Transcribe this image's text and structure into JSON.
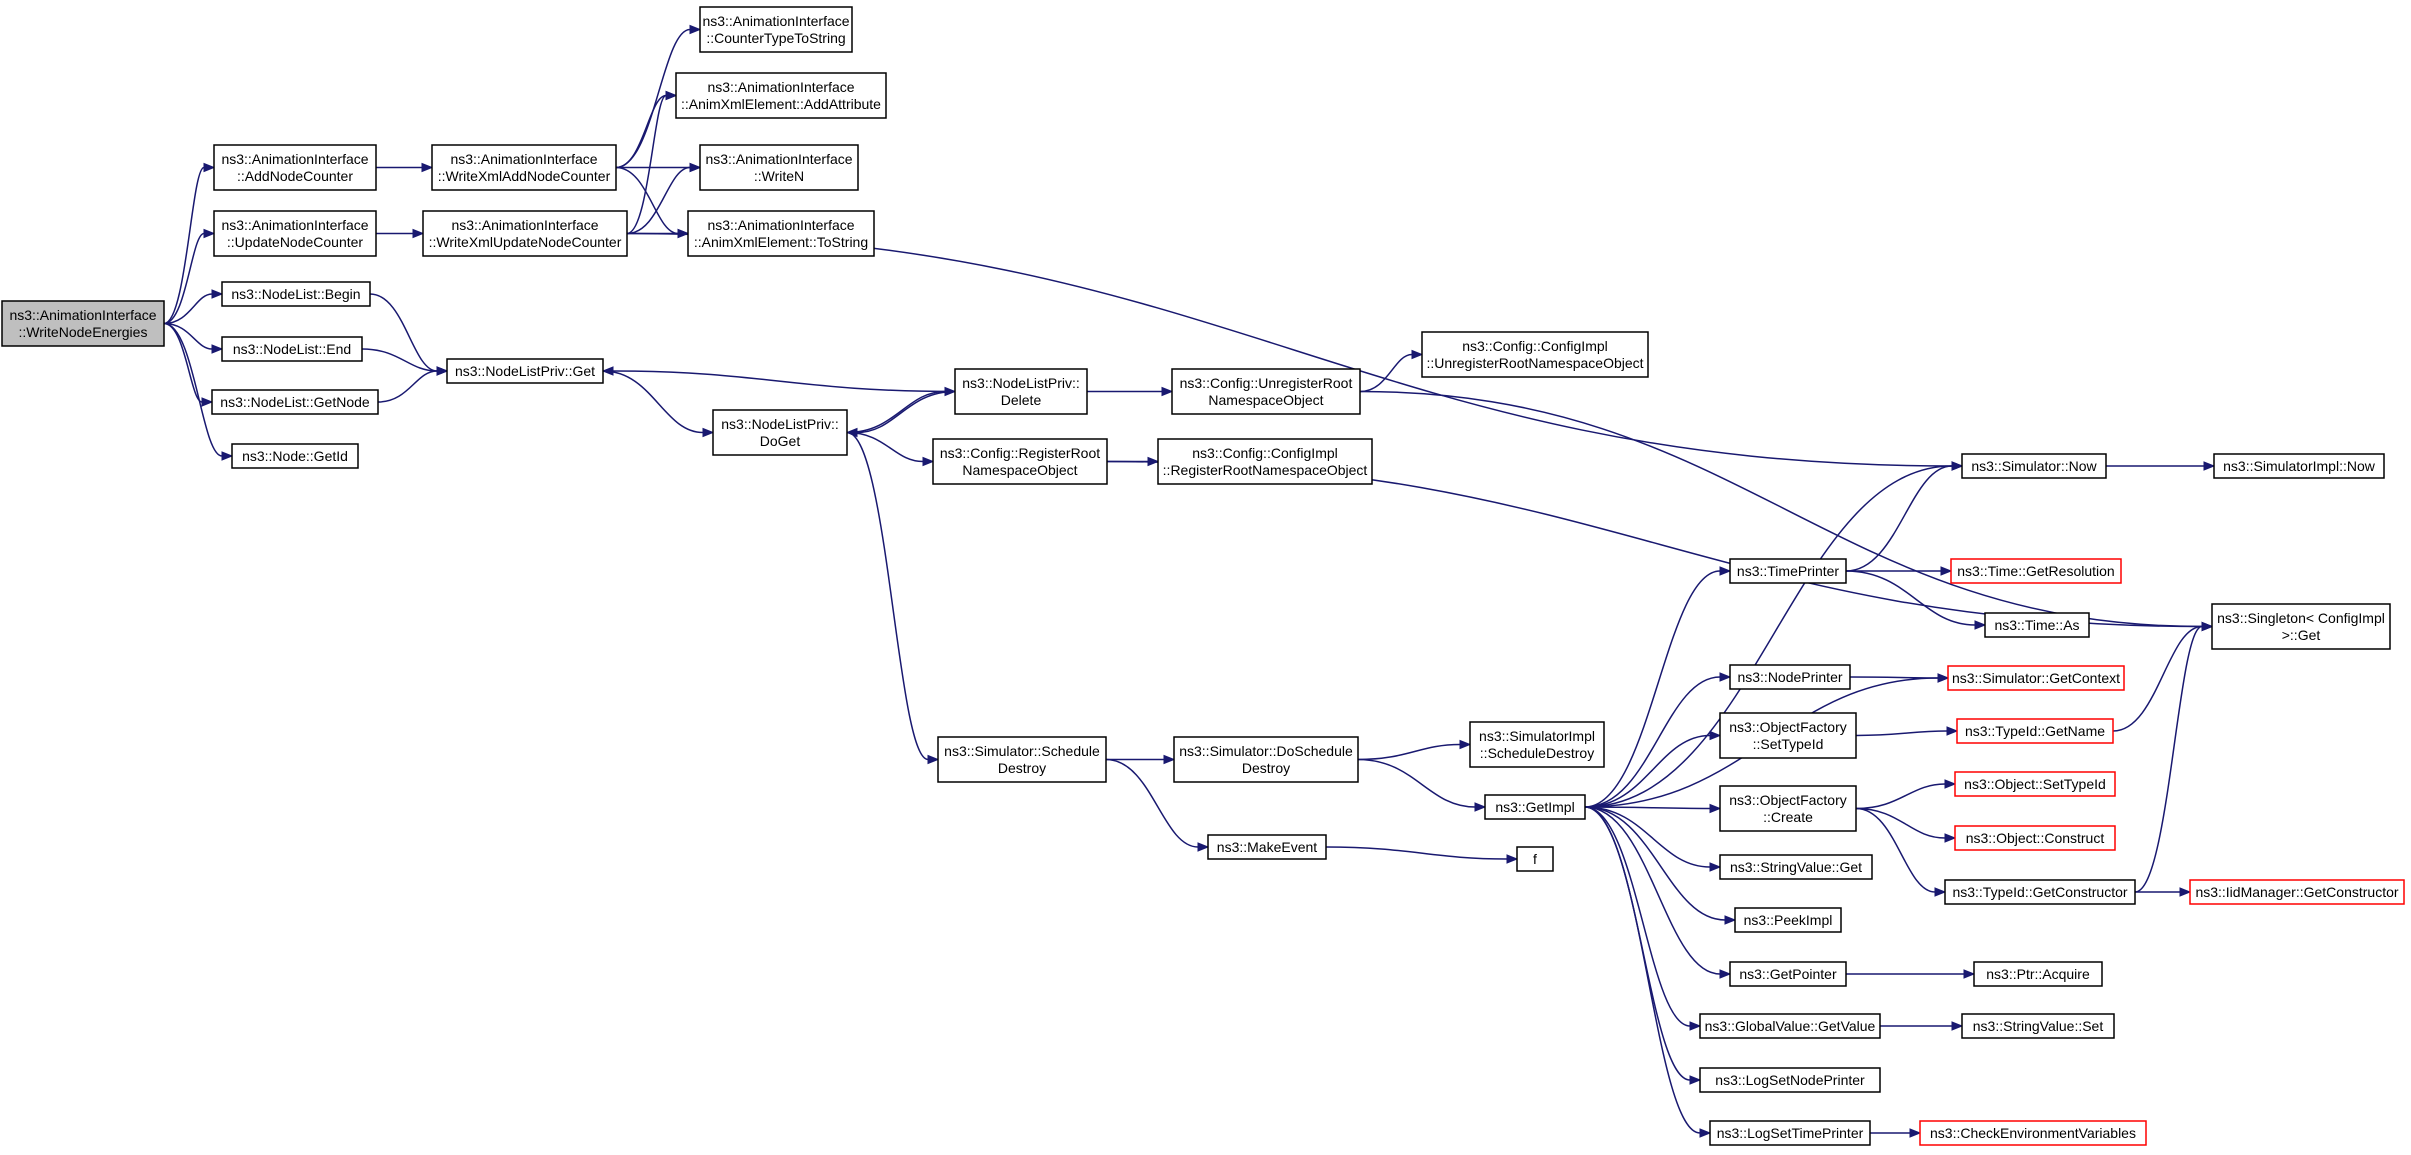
{
  "graph": {
    "colors": {
      "edge": "#191970",
      "node_border": "#000000",
      "root_fill": "#bfbfbf",
      "truncated_border": "#ff0000"
    },
    "nodes": [
      {
        "id": "root",
        "lines": [
          "ns3::AnimationInterface",
          "::WriteNodeEnergies"
        ],
        "root": true
      },
      {
        "id": "addNodeCounter",
        "lines": [
          "ns3::AnimationInterface",
          "::AddNodeCounter"
        ]
      },
      {
        "id": "updateNodeCounter",
        "lines": [
          "ns3::AnimationInterface",
          "::UpdateNodeCounter"
        ]
      },
      {
        "id": "nlBegin",
        "lines": [
          "ns3::NodeList::Begin"
        ]
      },
      {
        "id": "nlEnd",
        "lines": [
          "ns3::NodeList::End"
        ]
      },
      {
        "id": "nlGetNode",
        "lines": [
          "ns3::NodeList::GetNode"
        ]
      },
      {
        "id": "nodeGetId",
        "lines": [
          "ns3::Node::GetId"
        ]
      },
      {
        "id": "wxAddNodeCounter",
        "lines": [
          "ns3::AnimationInterface",
          "::WriteXmlAddNodeCounter"
        ]
      },
      {
        "id": "wxUpdateNodeCounter",
        "lines": [
          "ns3::AnimationInterface",
          "::WriteXmlUpdateNodeCounter"
        ]
      },
      {
        "id": "counterTypeToString",
        "lines": [
          "ns3::AnimationInterface",
          "::CounterTypeToString"
        ]
      },
      {
        "id": "addAttribute",
        "lines": [
          "ns3::AnimationInterface",
          "::AnimXmlElement::AddAttribute"
        ]
      },
      {
        "id": "writeN",
        "lines": [
          "ns3::AnimationInterface",
          "::WriteN"
        ]
      },
      {
        "id": "toString",
        "lines": [
          "ns3::AnimationInterface",
          "::AnimXmlElement::ToString"
        ]
      },
      {
        "id": "nlpGet",
        "lines": [
          "ns3::NodeListPriv::Get"
        ]
      },
      {
        "id": "nlpDoGet",
        "lines": [
          "ns3::NodeListPriv::",
          "DoGet"
        ]
      },
      {
        "id": "nlpDelete",
        "lines": [
          "ns3::NodeListPriv::",
          "Delete"
        ]
      },
      {
        "id": "cfgUnregister",
        "lines": [
          "ns3::Config::UnregisterRoot",
          "NamespaceObject"
        ]
      },
      {
        "id": "cfgImplUnregister",
        "lines": [
          "ns3::Config::ConfigImpl",
          "::UnregisterRootNamespaceObject"
        ]
      },
      {
        "id": "cfgRegister",
        "lines": [
          "ns3::Config::RegisterRoot",
          "NamespaceObject"
        ]
      },
      {
        "id": "cfgImplRegister",
        "lines": [
          "ns3::Config::ConfigImpl",
          "::RegisterRootNamespaceObject"
        ]
      },
      {
        "id": "simNow",
        "lines": [
          "ns3::Simulator::Now"
        ]
      },
      {
        "id": "simImplNow",
        "lines": [
          "ns3::SimulatorImpl::Now"
        ]
      },
      {
        "id": "singletonGet",
        "lines": [
          "ns3::Singleton< ConfigImpl",
          ">::Get"
        ]
      },
      {
        "id": "timePrinter",
        "lines": [
          "ns3::TimePrinter"
        ]
      },
      {
        "id": "timeGetResolution",
        "lines": [
          "ns3::Time::GetResolution"
        ],
        "red": true
      },
      {
        "id": "timeAs",
        "lines": [
          "ns3::Time::As"
        ]
      },
      {
        "id": "nodePrinter",
        "lines": [
          "ns3::NodePrinter"
        ]
      },
      {
        "id": "simGetContext",
        "lines": [
          "ns3::Simulator::GetContext"
        ],
        "red": true
      },
      {
        "id": "ofSetTypeId",
        "lines": [
          "ns3::ObjectFactory",
          "::SetTypeId"
        ]
      },
      {
        "id": "typeIdGetName",
        "lines": [
          "ns3::TypeId::GetName"
        ],
        "red": true
      },
      {
        "id": "ofCreate",
        "lines": [
          "ns3::ObjectFactory",
          "::Create"
        ]
      },
      {
        "id": "objSetTypeId",
        "lines": [
          "ns3::Object::SetTypeId"
        ],
        "red": true
      },
      {
        "id": "objConstruct",
        "lines": [
          "ns3::Object::Construct"
        ],
        "red": true
      },
      {
        "id": "typeIdGetConstructor",
        "lines": [
          "ns3::TypeId::GetConstructor"
        ]
      },
      {
        "id": "iidGetConstructor",
        "lines": [
          "ns3::IidManager::GetConstructor"
        ],
        "red": true
      },
      {
        "id": "simScheduleDestroy",
        "lines": [
          "ns3::Simulator::Schedule",
          "Destroy"
        ]
      },
      {
        "id": "simDoScheduleDestroy",
        "lines": [
          "ns3::Simulator::DoSchedule",
          "Destroy"
        ]
      },
      {
        "id": "simImplScheduleDestroy",
        "lines": [
          "ns3::SimulatorImpl",
          "::ScheduleDestroy"
        ]
      },
      {
        "id": "getImpl",
        "lines": [
          "ns3::GetImpl"
        ]
      },
      {
        "id": "makeEvent",
        "lines": [
          "ns3::MakeEvent"
        ]
      },
      {
        "id": "f",
        "lines": [
          "f"
        ]
      },
      {
        "id": "stringValueGet",
        "lines": [
          "ns3::StringValue::Get"
        ]
      },
      {
        "id": "peekImpl",
        "lines": [
          "ns3::PeekImpl"
        ]
      },
      {
        "id": "getPointer",
        "lines": [
          "ns3::GetPointer"
        ]
      },
      {
        "id": "ptrAcquire",
        "lines": [
          "ns3::Ptr::Acquire"
        ]
      },
      {
        "id": "gvGetValue",
        "lines": [
          "ns3::GlobalValue::GetValue"
        ]
      },
      {
        "id": "stringValueSet",
        "lines": [
          "ns3::StringValue::Set"
        ]
      },
      {
        "id": "logSetNodePrinter",
        "lines": [
          "ns3::LogSetNodePrinter"
        ]
      },
      {
        "id": "logSetTimePrinter",
        "lines": [
          "ns3::LogSetTimePrinter"
        ]
      },
      {
        "id": "checkEnvVars",
        "lines": [
          "ns3::CheckEnvironmentVariables"
        ],
        "red": true
      }
    ],
    "edges": [
      [
        "root",
        "addNodeCounter"
      ],
      [
        "root",
        "updateNodeCounter"
      ],
      [
        "root",
        "nlBegin"
      ],
      [
        "root",
        "nlEnd"
      ],
      [
        "root",
        "nlGetNode"
      ],
      [
        "root",
        "nodeGetId"
      ],
      [
        "addNodeCounter",
        "wxAddNodeCounter"
      ],
      [
        "updateNodeCounter",
        "wxUpdateNodeCounter"
      ],
      [
        "wxAddNodeCounter",
        "counterTypeToString"
      ],
      [
        "wxAddNodeCounter",
        "addAttribute"
      ],
      [
        "wxAddNodeCounter",
        "writeN"
      ],
      [
        "wxAddNodeCounter",
        "toString"
      ],
      [
        "wxUpdateNodeCounter",
        "addAttribute"
      ],
      [
        "wxUpdateNodeCounter",
        "writeN"
      ],
      [
        "wxUpdateNodeCounter",
        "toString"
      ],
      [
        "wxUpdateNodeCounter",
        "simNow"
      ],
      [
        "nlBegin",
        "nlpGet"
      ],
      [
        "nlEnd",
        "nlpGet"
      ],
      [
        "nlGetNode",
        "nlpGet"
      ],
      [
        "nlpGet",
        "nlpDoGet"
      ],
      [
        "nlpDelete",
        "nlpGet"
      ],
      [
        "nlpDelete",
        "nlpDoGet"
      ],
      [
        "nlpDelete",
        "cfgUnregister"
      ],
      [
        "nlpDoGet",
        "nlpDelete"
      ],
      [
        "nlpDoGet",
        "cfgRegister"
      ],
      [
        "nlpDoGet",
        "simScheduleDestroy"
      ],
      [
        "cfgUnregister",
        "cfgImplUnregister"
      ],
      [
        "cfgUnregister",
        "singletonGet"
      ],
      [
        "cfgRegister",
        "cfgImplRegister"
      ],
      [
        "cfgRegister",
        "singletonGet"
      ],
      [
        "simNow",
        "simImplNow"
      ],
      [
        "timePrinter",
        "simNow"
      ],
      [
        "timePrinter",
        "timeGetResolution"
      ],
      [
        "timePrinter",
        "timeAs"
      ],
      [
        "nodePrinter",
        "simGetContext"
      ],
      [
        "ofSetTypeId",
        "typeIdGetName"
      ],
      [
        "typeIdGetName",
        "singletonGet"
      ],
      [
        "ofCreate",
        "objSetTypeId"
      ],
      [
        "ofCreate",
        "objConstruct"
      ],
      [
        "ofCreate",
        "typeIdGetConstructor"
      ],
      [
        "typeIdGetConstructor",
        "iidGetConstructor"
      ],
      [
        "typeIdGetConstructor",
        "singletonGet"
      ],
      [
        "simScheduleDestroy",
        "simDoScheduleDestroy"
      ],
      [
        "simScheduleDestroy",
        "makeEvent"
      ],
      [
        "simDoScheduleDestroy",
        "simImplScheduleDestroy"
      ],
      [
        "simDoScheduleDestroy",
        "getImpl"
      ],
      [
        "makeEvent",
        "f"
      ],
      [
        "getImpl",
        "simNow"
      ],
      [
        "getImpl",
        "timePrinter"
      ],
      [
        "getImpl",
        "nodePrinter"
      ],
      [
        "getImpl",
        "simGetContext"
      ],
      [
        "getImpl",
        "ofSetTypeId"
      ],
      [
        "getImpl",
        "ofCreate"
      ],
      [
        "getImpl",
        "stringValueGet"
      ],
      [
        "getImpl",
        "peekImpl"
      ],
      [
        "getImpl",
        "getPointer"
      ],
      [
        "getImpl",
        "gvGetValue"
      ],
      [
        "getImpl",
        "logSetNodePrinter"
      ],
      [
        "getImpl",
        "logSetTimePrinter"
      ],
      [
        "getPointer",
        "ptrAcquire"
      ],
      [
        "gvGetValue",
        "stringValueSet"
      ],
      [
        "logSetTimePrinter",
        "checkEnvVars"
      ]
    ]
  }
}
